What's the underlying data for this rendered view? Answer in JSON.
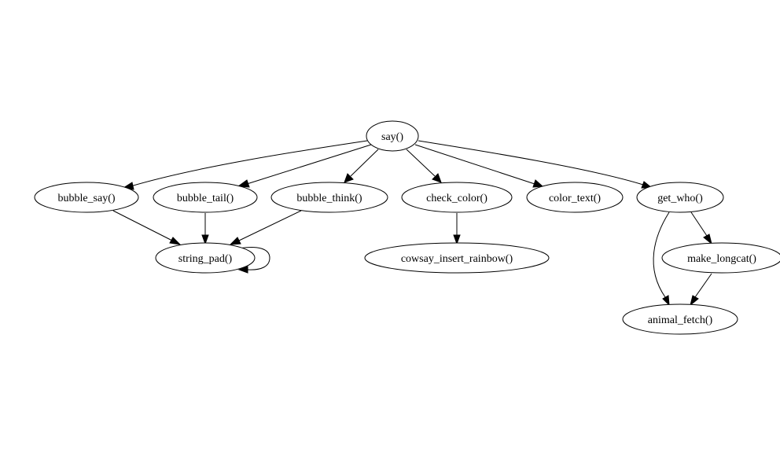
{
  "graph": {
    "nodes": {
      "say": "say()",
      "bubble_say": "bubble_say()",
      "bubble_tail": "bubble_tail()",
      "bubble_think": "bubble_think()",
      "check_color": "check_color()",
      "color_text": "color_text()",
      "get_who": "get_who()",
      "string_pad": "string_pad()",
      "cowsay_insert_rainbow": "cowsay_insert_rainbow()",
      "make_longcat": "make_longcat()",
      "animal_fetch": "animal_fetch()"
    },
    "edges": [
      {
        "from": "say",
        "to": "bubble_say"
      },
      {
        "from": "say",
        "to": "bubble_tail"
      },
      {
        "from": "say",
        "to": "bubble_think"
      },
      {
        "from": "say",
        "to": "check_color"
      },
      {
        "from": "say",
        "to": "color_text"
      },
      {
        "from": "say",
        "to": "get_who"
      },
      {
        "from": "bubble_say",
        "to": "string_pad"
      },
      {
        "from": "bubble_tail",
        "to": "string_pad"
      },
      {
        "from": "bubble_think",
        "to": "string_pad"
      },
      {
        "from": "string_pad",
        "to": "string_pad"
      },
      {
        "from": "check_color",
        "to": "cowsay_insert_rainbow"
      },
      {
        "from": "get_who",
        "to": "make_longcat"
      },
      {
        "from": "get_who",
        "to": "animal_fetch"
      },
      {
        "from": "make_longcat",
        "to": "animal_fetch"
      }
    ]
  }
}
